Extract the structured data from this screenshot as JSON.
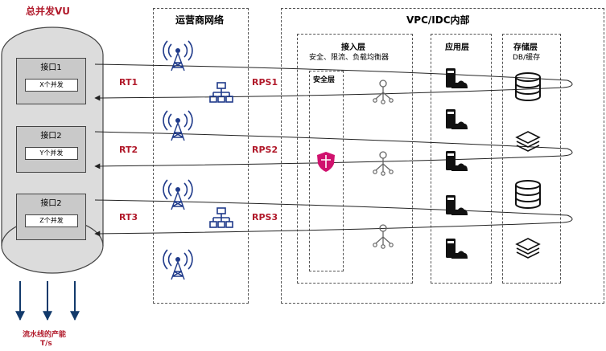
{
  "diagram": {
    "vu_title": "总并发VU",
    "network_title": "运营商网络",
    "vpc_title": "VPC/IDC内部",
    "access_title": "接入层",
    "access_sub": "安全、限流、负载均衡器",
    "app_title": "应用层",
    "storage_title": "存储层",
    "storage_sub": "DB/缓存",
    "security_title": "安全层",
    "interfaces": [
      {
        "name": "接口1",
        "concurrency": "X个并发"
      },
      {
        "name": "接口2",
        "concurrency": "Y个并发"
      },
      {
        "name": "接口2",
        "concurrency": "Z个并发"
      }
    ],
    "rt_labels": [
      "RT1",
      "RT2",
      "RT3"
    ],
    "rps_labels": [
      "RPS1",
      "RPS2",
      "RPS3"
    ],
    "throughput_line1": "流水线的产能",
    "throughput_line2": "T/s",
    "colors": {
      "accent_red": "#b11a2b",
      "icon_blue": "#1f3a8a",
      "shield_pink": "#d0126e",
      "arrow_navy": "#123a6b"
    }
  }
}
